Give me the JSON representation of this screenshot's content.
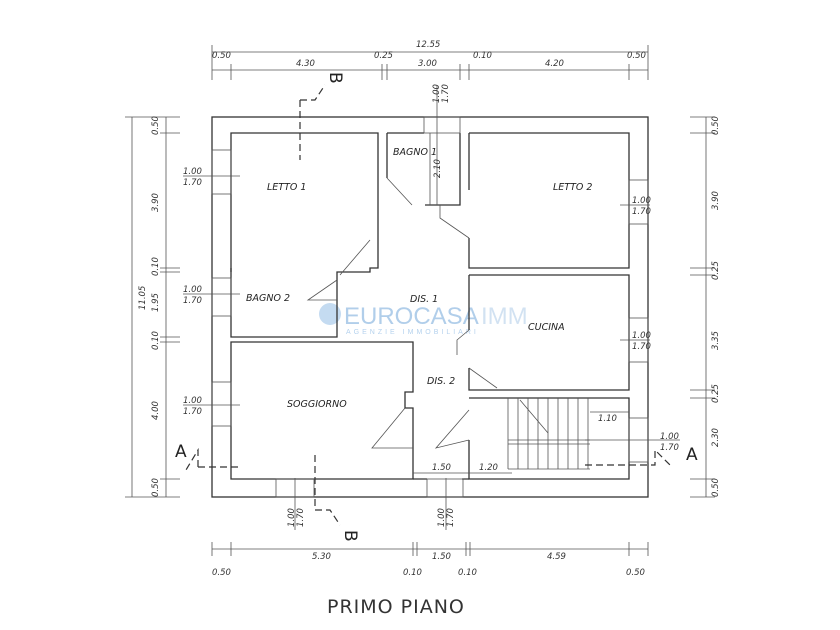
{
  "title": "PRIMO PIANO",
  "watermark": {
    "brand": "EUROCASA",
    "suffix": "IMM",
    "tagline": "AGENZIE IMMOBILIARI"
  },
  "rooms": {
    "letto1": "LETTO 1",
    "bagno1": "BAGNO 1",
    "letto2": "LETTO 2",
    "bagno2": "BAGNO 2",
    "dis1": "DIS. 1",
    "cucina": "CUCINA",
    "dis2": "DIS. 2",
    "soggiorno": "SOGGIORNO"
  },
  "dims_top": {
    "total": "12.55",
    "d0": "0.50",
    "d1": "4.30",
    "d2": "0.25",
    "d3": "3.00",
    "d4": "0.10",
    "d5": "4.20",
    "d6": "0.50"
  },
  "dims_bottom": {
    "a0": "0.50",
    "a1": "5.30",
    "a2": "0.10",
    "a3": "1.50",
    "a4": "0.10",
    "a5": "4.59",
    "a6": "0.50"
  },
  "dims_left": {
    "total": "11.05",
    "l0": "0.50",
    "l1": "3.90",
    "l2": "0.10",
    "l3": "1.95",
    "l4": "0.10",
    "l5": "4.00",
    "l6": "0.50"
  },
  "dims_right": {
    "r0": "0.50",
    "r1": "3.90",
    "r2": "0.25",
    "r3": "3.35",
    "r4": "0.25",
    "r5": "2.30",
    "r6": "0.50"
  },
  "window": {
    "width": "1.00",
    "height": "1.70"
  },
  "interior": {
    "bagno1_depth": "2.10",
    "stair_width": "1.10",
    "stair_landing": "1.20",
    "door_dis2": "1.50"
  },
  "sections": {
    "a": "A",
    "b": "B"
  }
}
